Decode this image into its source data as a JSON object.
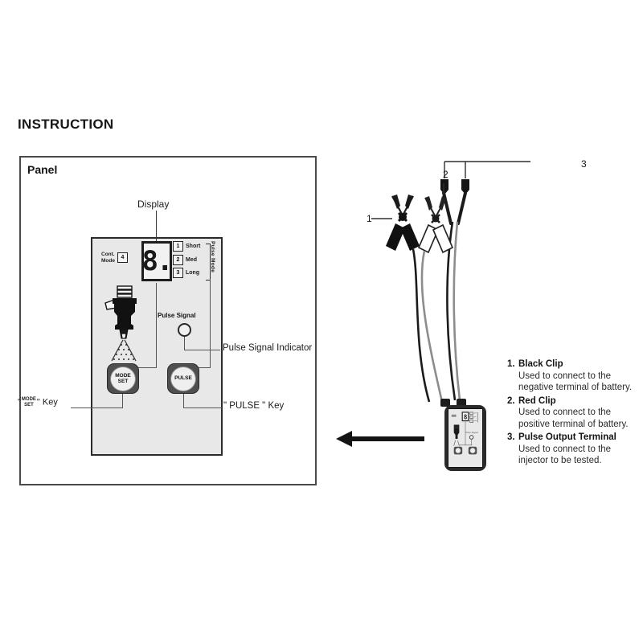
{
  "heading": "INSTRUCTION",
  "panel": {
    "title": "Panel",
    "display": {
      "label": "Display",
      "value": "8."
    },
    "cont_mode": {
      "label_line1": "Cont.",
      "label_line2": "Mode",
      "value": "4"
    },
    "pulse_mode": {
      "vertical_label": "Pulse Mode",
      "rows": [
        {
          "num": "1",
          "text": "Short"
        },
        {
          "num": "2",
          "text": "Med"
        },
        {
          "num": "3",
          "text": "Long"
        }
      ]
    },
    "pulse_signal": {
      "panel_text": "Pulse Signal",
      "callout": "Pulse Signal Indicator"
    },
    "buttons": {
      "mode_set": {
        "line1": "MODE",
        "line2": "SET"
      },
      "pulse": {
        "label": "PULSE"
      }
    },
    "callouts": {
      "mode_set_key_pre": "\"",
      "mode_set_key_cap1": "MODE",
      "mode_set_key_cap2": "SET",
      "mode_set_key_post": "\" Key",
      "pulse_key": "\" PULSE \" Key"
    }
  },
  "assembly": {
    "callout_numbers": {
      "black_clip": "1",
      "red_clip": "2",
      "pulse_output": "3"
    }
  },
  "legend": {
    "items": [
      {
        "index": "1.",
        "title": "Black Clip",
        "desc_line1": "Used to connect to the",
        "desc_line2": "negative terminal of battery."
      },
      {
        "index": "2.",
        "title": "Red Clip",
        "desc_line1": "Used to connect to the",
        "desc_line2": "positive terminal of battery."
      },
      {
        "index": "3.",
        "title": "Pulse Output Terminal",
        "desc_line1": "Used to connect to the",
        "desc_line2": "injector to be tested."
      }
    ]
  },
  "colors": {
    "ink": "#1a1a1a",
    "frame": "#4a4a4a",
    "device_face": "#e8e8e8",
    "button_pad": "#4f4f4f",
    "black_clip": "#111111",
    "red_clip_outline": "#222222",
    "wire_black": "#1b1b1b",
    "wire_grey": "#8d8d8d"
  }
}
